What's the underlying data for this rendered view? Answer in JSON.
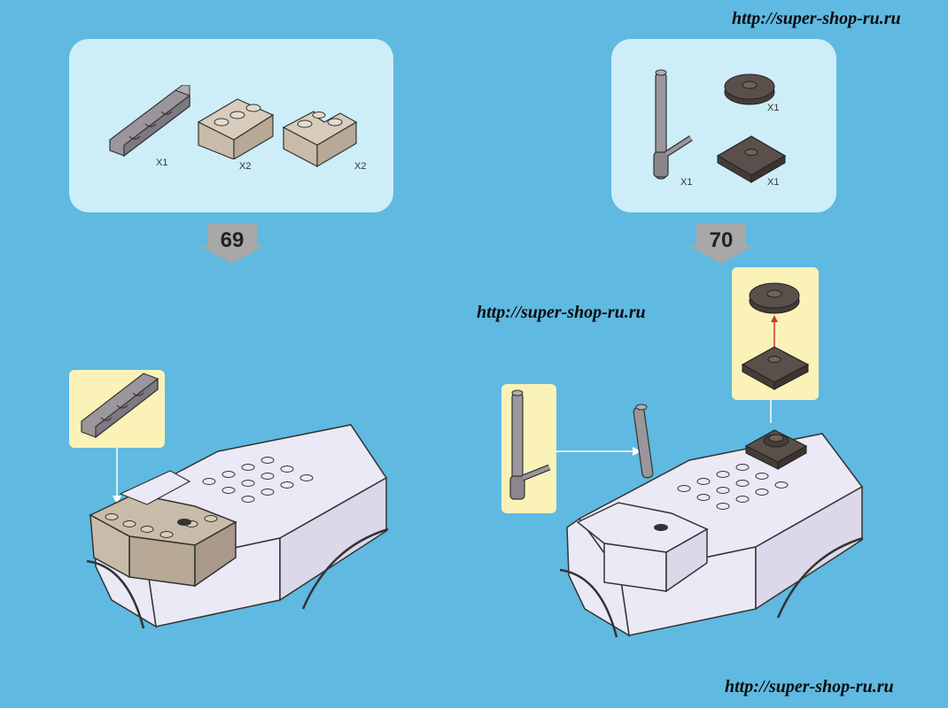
{
  "watermark": {
    "top": "http://super-shop-ru.ru",
    "middle": "http://super-shop-ru.ru",
    "bottom": "http://super-shop-ru.ru"
  },
  "steps": [
    {
      "number": "69",
      "parts": [
        {
          "name": "grey-slope-brick",
          "qty": "X1"
        },
        {
          "name": "tan-brick-1x3",
          "qty": "X2"
        },
        {
          "name": "tan-corner-brick",
          "qty": "X2"
        }
      ]
    },
    {
      "number": "70",
      "parts": [
        {
          "name": "grey-antenna",
          "qty": "X1"
        },
        {
          "name": "dark-round-plate",
          "qty": "X1"
        },
        {
          "name": "dark-square-plate",
          "qty": "X1"
        }
      ]
    }
  ],
  "colors": {
    "background": "#5fb9e0",
    "parts_panel": "#cdeef8",
    "callout": "#fbf2b8",
    "tan": "#c9bba9",
    "grey": "#9a969c",
    "dark": "#5a4f4a",
    "body": "#ece9f6"
  }
}
